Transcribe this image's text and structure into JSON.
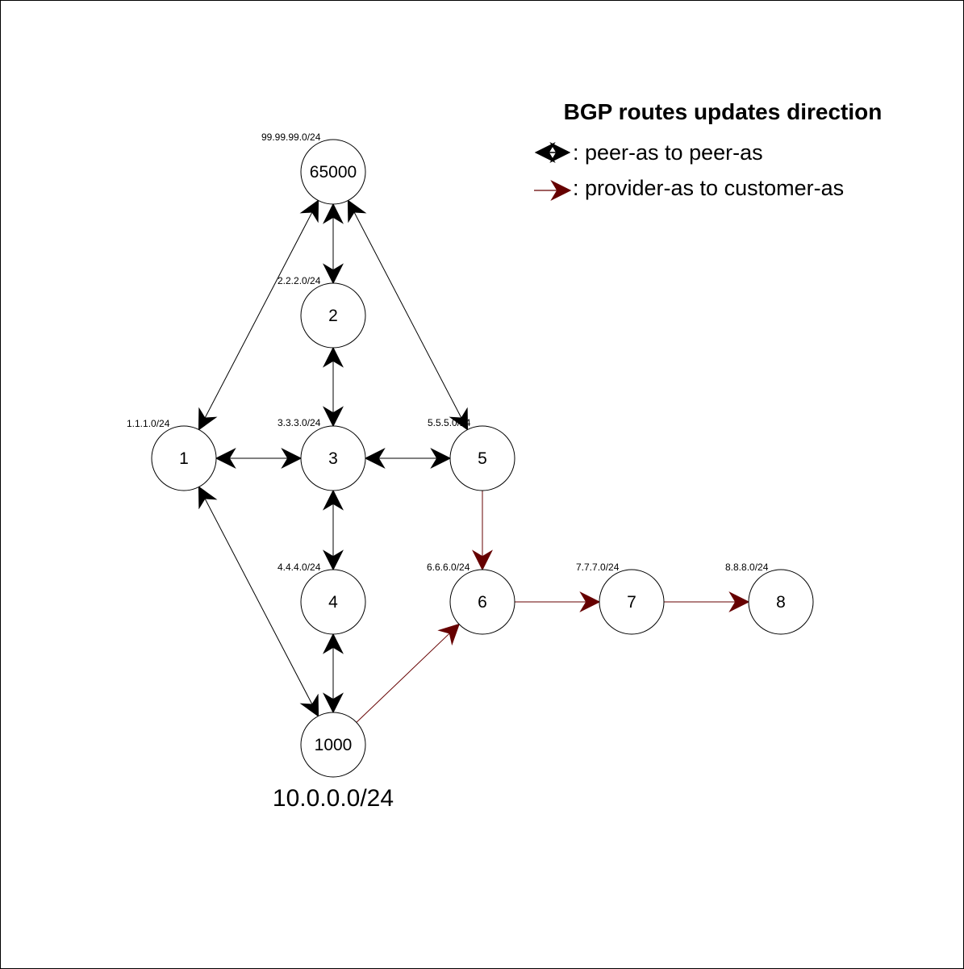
{
  "legend": {
    "title": "BGP routes updates direction",
    "peer_label": ": peer-as to peer-as",
    "provider_label": ": provider-as to customer-as"
  },
  "colors": {
    "peer": "#000000",
    "provider": "#660000",
    "node_fill": "#ffffff",
    "node_stroke": "#000000"
  },
  "nodes": [
    {
      "id": "65000",
      "label": "65000",
      "prefix": "99.99.99.0/24"
    },
    {
      "id": "2",
      "label": "2",
      "prefix": "2.2.2.0/24"
    },
    {
      "id": "1",
      "label": "1",
      "prefix": "1.1.1.0/24"
    },
    {
      "id": "3",
      "label": "3",
      "prefix": "3.3.3.0/24"
    },
    {
      "id": "5",
      "label": "5",
      "prefix": "5.5.5.0/24"
    },
    {
      "id": "4",
      "label": "4",
      "prefix": "4.4.4.0/24"
    },
    {
      "id": "6",
      "label": "6",
      "prefix": "6.6.6.0/24"
    },
    {
      "id": "7",
      "label": "7",
      "prefix": "7.7.7.0/24"
    },
    {
      "id": "8",
      "label": "8",
      "prefix": "8.8.8.0/24"
    },
    {
      "id": "1000",
      "label": "1000",
      "prefix": "10.0.0.0/24"
    }
  ],
  "edges": [
    {
      "from": "65000",
      "to": "2",
      "type": "peer"
    },
    {
      "from": "65000",
      "to": "1",
      "type": "peer"
    },
    {
      "from": "65000",
      "to": "5",
      "type": "peer"
    },
    {
      "from": "2",
      "to": "3",
      "type": "peer"
    },
    {
      "from": "1",
      "to": "3",
      "type": "peer"
    },
    {
      "from": "3",
      "to": "5",
      "type": "peer"
    },
    {
      "from": "3",
      "to": "4",
      "type": "peer"
    },
    {
      "from": "4",
      "to": "1000",
      "type": "peer"
    },
    {
      "from": "1",
      "to": "1000",
      "type": "peer"
    },
    {
      "from": "5",
      "to": "6",
      "type": "provider"
    },
    {
      "from": "6",
      "to": "7",
      "type": "provider"
    },
    {
      "from": "7",
      "to": "8",
      "type": "provider"
    },
    {
      "from": "1000",
      "to": "6",
      "type": "provider"
    }
  ]
}
